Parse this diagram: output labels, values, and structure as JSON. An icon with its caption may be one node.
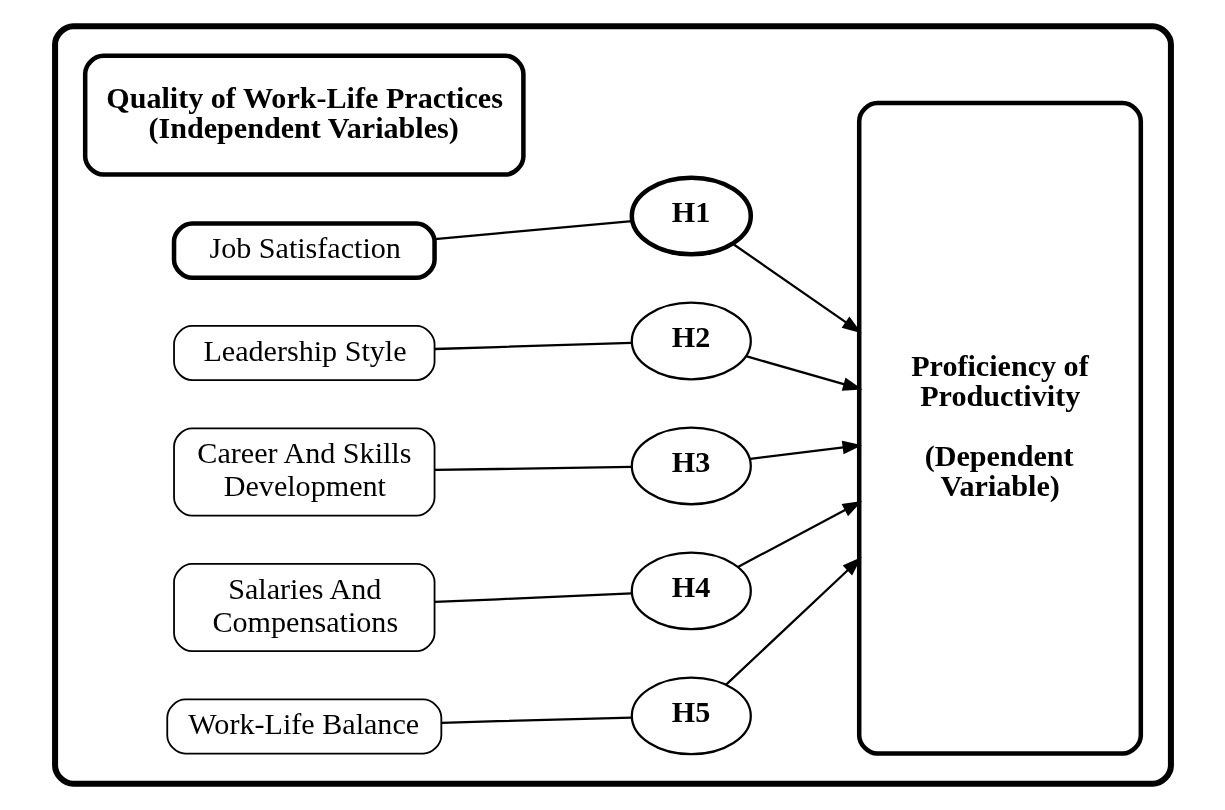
{
  "diagram": {
    "nodes": [
      {
        "text": [],
        "shape": "box"
      },
      {
        "text": [
          "Quality of Work-Life Practices (Independent Variables)"
        ],
        "in": 0
      },
      {
        "text": [
          "Job Satisfaction"
        ],
        "in": 0
      },
      {
        "text": [
          "H1"
        ],
        "in": 0
      },
      {
        "text": [
          "Leadership Style"
        ],
        "in": 0
      },
      {
        "text": [
          "H2"
        ],
        "in": 0
      },
      {
        "text": [
          "Career And Skills Development"
        ],
        "in": 0
      },
      {
        "text": [
          "H3"
        ],
        "in": 0
      },
      {
        "text": [
          "Salaries And Compensations"
        ],
        "in": 0
      },
      {
        "text": [
          "H4"
        ],
        "in": 0
      },
      {
        "text": [
          "Work-Life Balance"
        ],
        "in": 0
      },
      {
        "text": [
          "H5"
        ],
        "in": 0
      },
      {
        "text": [
          "Proficiency of Productivity",
          "(Dependent Variable)"
        ],
        "in": 0
      }
    ],
    "edges": [
      {
        "from": 2,
        "to": 3,
        "arrow": "none"
      },
      {
        "from": 3,
        "to": 12,
        "arrow": "to"
      },
      {
        "from": 4,
        "to": 5,
        "arrow": "none"
      },
      {
        "from": 5,
        "to": 12,
        "arrow": "to"
      },
      {
        "from": 6,
        "to": 7,
        "arrow": "none"
      },
      {
        "from": 7,
        "to": 12,
        "arrow": "to"
      },
      {
        "from": 8,
        "to": 9,
        "arrow": "none"
      },
      {
        "from": 9,
        "to": 12,
        "arrow": "to"
      },
      {
        "from": 10,
        "to": 11,
        "arrow": "none"
      },
      {
        "from": 11,
        "to": 12,
        "arrow": "to"
      }
    ]
  }
}
